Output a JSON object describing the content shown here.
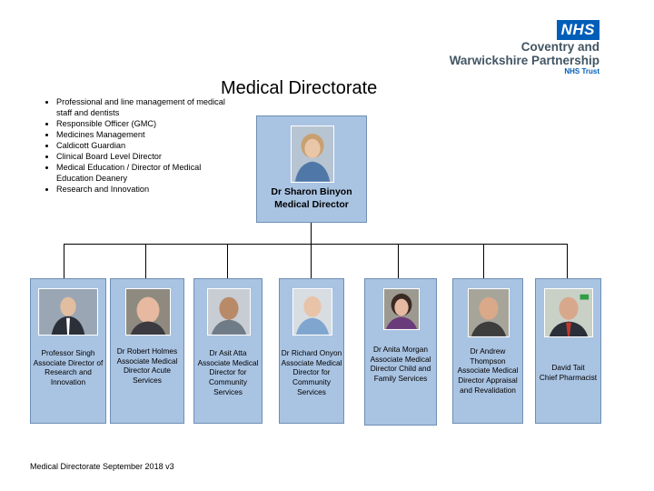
{
  "logo": {
    "nhs": "NHS",
    "line1": "Coventry and",
    "line2": "Warwickshire Partnership",
    "trust": "NHS Trust"
  },
  "title": "Medical Directorate",
  "responsibilities": [
    "Professional and line management of medical staff and dentists",
    "Responsible Officer (GMC)",
    "Medicines Management",
    "Caldicott Guardian",
    "Clinical Board Level Director",
    "Medical Education / Director of Medical Education Deanery",
    "Research and Innovation"
  ],
  "director": {
    "name": "Dr Sharon Binyon",
    "role": "Medical Director"
  },
  "team": [
    {
      "name": "Professor Singh",
      "role": "Associate Director of Research and Innovation"
    },
    {
      "name": "Dr Robert Holmes",
      "role": "Associate Medical Director Acute Services"
    },
    {
      "name": "Dr Asit Atta",
      "role": "Associate Medical Director for Community Services"
    },
    {
      "name": "Dr Richard Onyon",
      "role": "Associate Medical Director for Community Services"
    },
    {
      "name": "Dr Anita Morgan",
      "role": "Associate Medical Director Child and Family Services"
    },
    {
      "name": "Dr Andrew Thompson",
      "role": "Associate Medical Director Appraisal and Revalidation"
    },
    {
      "name": "David Tait",
      "role": "Chief Pharmacist"
    }
  ],
  "colors": {
    "box_fill": "#a9c3e2",
    "nhs_blue": "#005eb8"
  },
  "footer": "Medical Directorate September 2018 v3"
}
